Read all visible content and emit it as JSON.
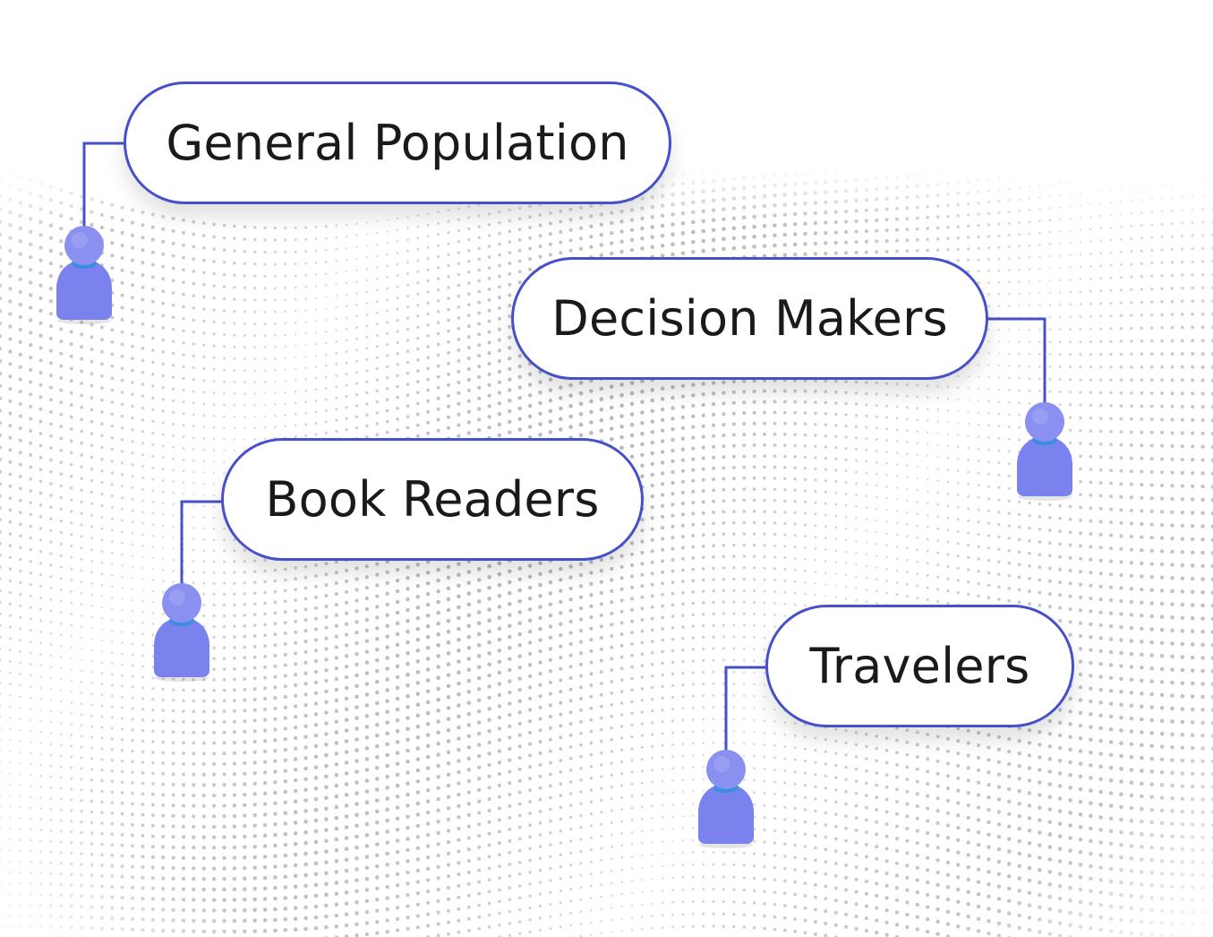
{
  "segments": [
    {
      "id": "general-population",
      "label": "General Population"
    },
    {
      "id": "decision-makers",
      "label": "Decision Makers"
    },
    {
      "id": "book-readers",
      "label": "Book Readers"
    },
    {
      "id": "travelers",
      "label": "Travelers"
    }
  ],
  "colors": {
    "accent": "#4650c8",
    "figure_body": "#7a82ee",
    "figure_collar": "#3a8ee0",
    "text": "#1a1a1a",
    "dots": "#9a9a9a"
  },
  "icons": {
    "person": "person-icon"
  }
}
